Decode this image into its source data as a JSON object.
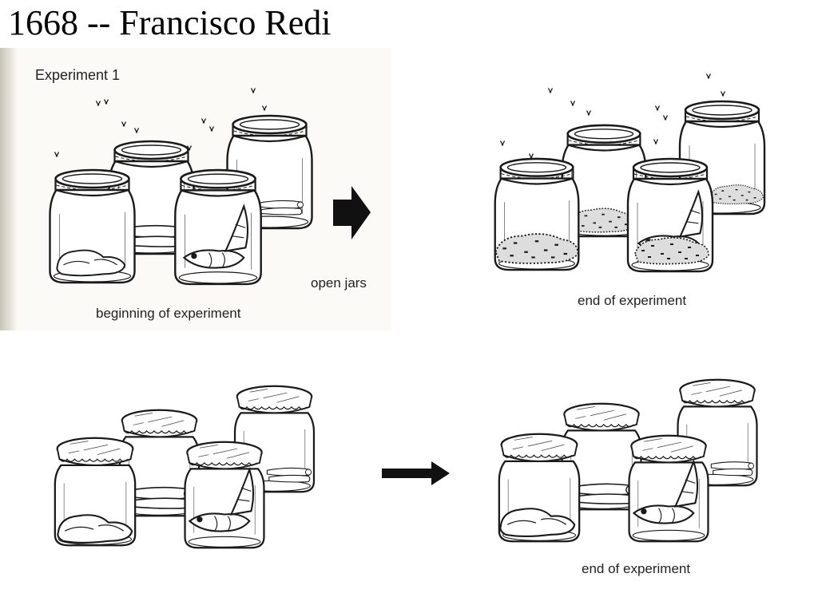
{
  "slide": {
    "title": "1668 -- Francisco Redi"
  },
  "experiment": {
    "heading": "Experiment 1",
    "begin_caption": "beginning of experiment",
    "arrow_caption": "open jars",
    "end_caption_open": "end of experiment",
    "end_caption_covered": "end of experiment"
  },
  "icons": {
    "open_arrow": "block-arrow-right-icon",
    "covered_arrow": "arrow-right-icon",
    "fly": "fly-icon"
  },
  "colors": {
    "ink": "#1a1a1a",
    "paper": "#fbfaf7"
  }
}
